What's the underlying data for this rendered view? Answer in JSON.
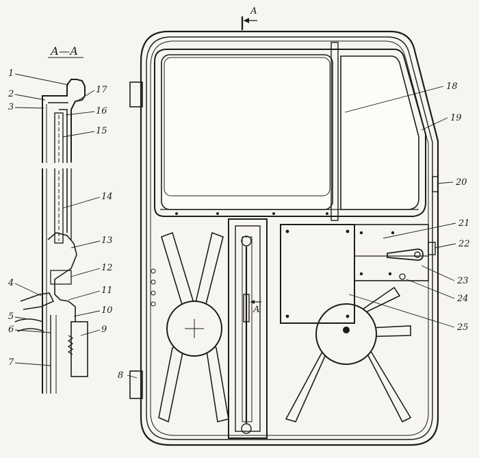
{
  "section": {
    "title": "А—А",
    "marker_letter": "А",
    "inner_marker": "А"
  },
  "callouts": [
    "1",
    "2",
    "3",
    "4",
    "5",
    "6",
    "7",
    "8",
    "9",
    "10",
    "11",
    "12",
    "13",
    "14",
    "15",
    "16",
    "17",
    "18",
    "19",
    "20",
    "21",
    "22",
    "23",
    "24",
    "25"
  ],
  "colors": {
    "ink": "#1c1c1c",
    "paper": "#f7f5ef",
    "glass": "#fdfcf8"
  }
}
